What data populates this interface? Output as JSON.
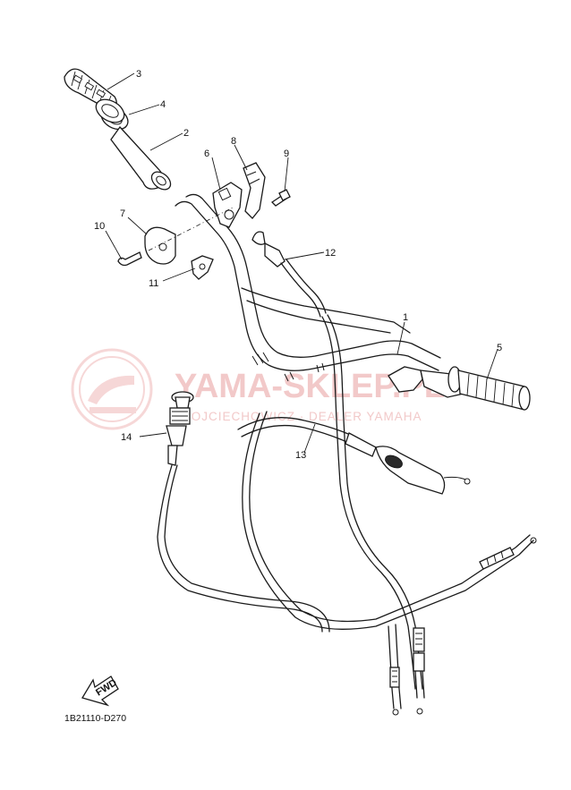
{
  "watermark": {
    "title": "YAMA-SKLEP.PL",
    "subtitle": "WOJCIECHOWICZ · DEALER YAMAHA"
  },
  "labels": [
    {
      "id": "p1",
      "text": "1"
    },
    {
      "id": "p2",
      "text": "2"
    },
    {
      "id": "p3",
      "text": "3"
    },
    {
      "id": "p4",
      "text": "4"
    },
    {
      "id": "p5",
      "text": "5"
    },
    {
      "id": "p6",
      "text": "6"
    },
    {
      "id": "p7",
      "text": "7"
    },
    {
      "id": "p8",
      "text": "8"
    },
    {
      "id": "p9",
      "text": "9"
    },
    {
      "id": "p10",
      "text": "10"
    },
    {
      "id": "p11",
      "text": "11"
    },
    {
      "id": "p12",
      "text": "12"
    },
    {
      "id": "p13",
      "text": "13"
    },
    {
      "id": "p14",
      "text": "14"
    }
  ],
  "fwd_label": "FWD",
  "diagram_code": "1B21110-D270",
  "colors": {
    "line": "#1a1a1a",
    "watermark": "#f2c9c9"
  }
}
